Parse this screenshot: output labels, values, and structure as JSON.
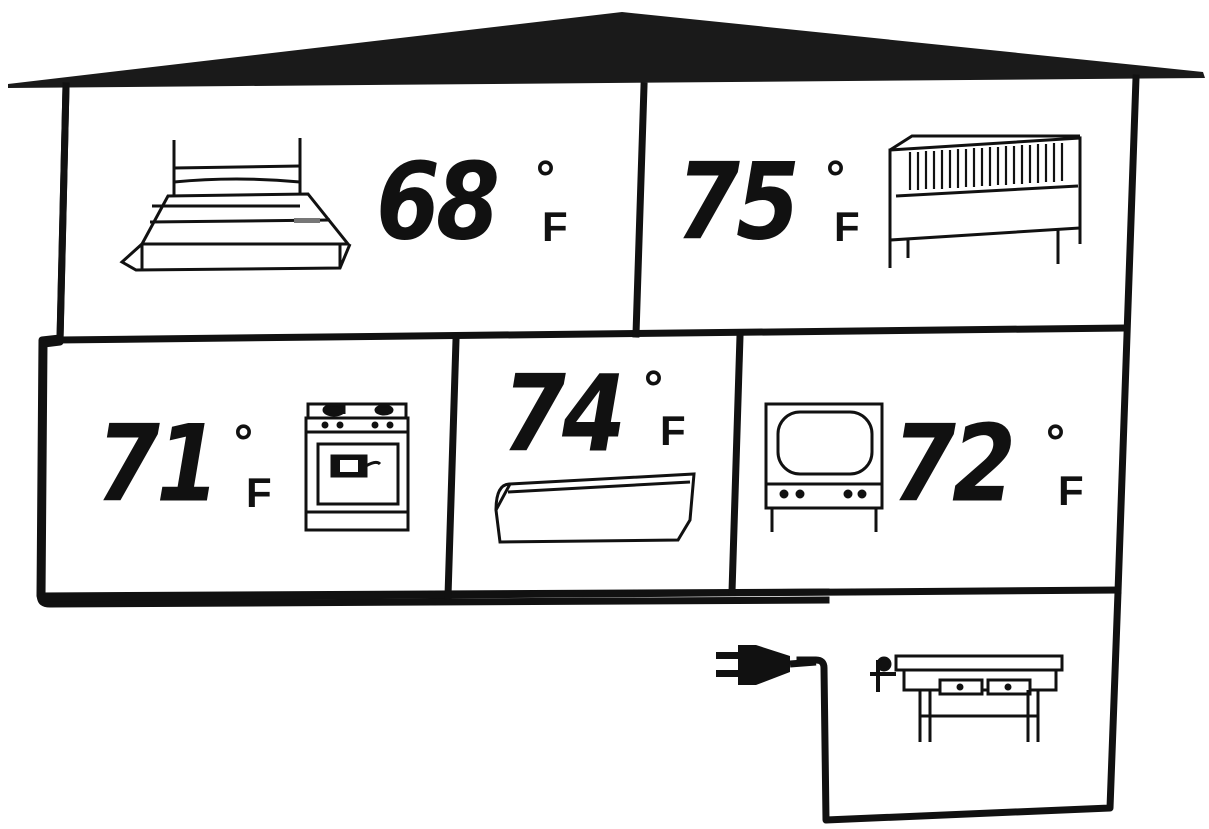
{
  "rooms": [
    {
      "id": "bedroom",
      "icon": "bed-icon",
      "value": "68",
      "degree": "°",
      "unit": "F"
    },
    {
      "id": "nursery",
      "icon": "crib-icon",
      "value": "75",
      "degree": "°",
      "unit": "F"
    },
    {
      "id": "kitchen",
      "icon": "stove-icon",
      "value": "71",
      "degree": "°",
      "unit": "F"
    },
    {
      "id": "bathroom",
      "icon": "bathtub-icon",
      "value": "74",
      "degree": "°",
      "unit": "F"
    },
    {
      "id": "livingroom",
      "icon": "television-icon",
      "value": "72",
      "degree": "°",
      "unit": "F"
    },
    {
      "id": "workshop",
      "icon": "workbench-icon",
      "value": "",
      "degree": "",
      "unit": ""
    }
  ],
  "extras": {
    "plug_icon": "electric-plug-icon"
  },
  "colors": {
    "ink": "#111111",
    "background": "#ffffff"
  }
}
